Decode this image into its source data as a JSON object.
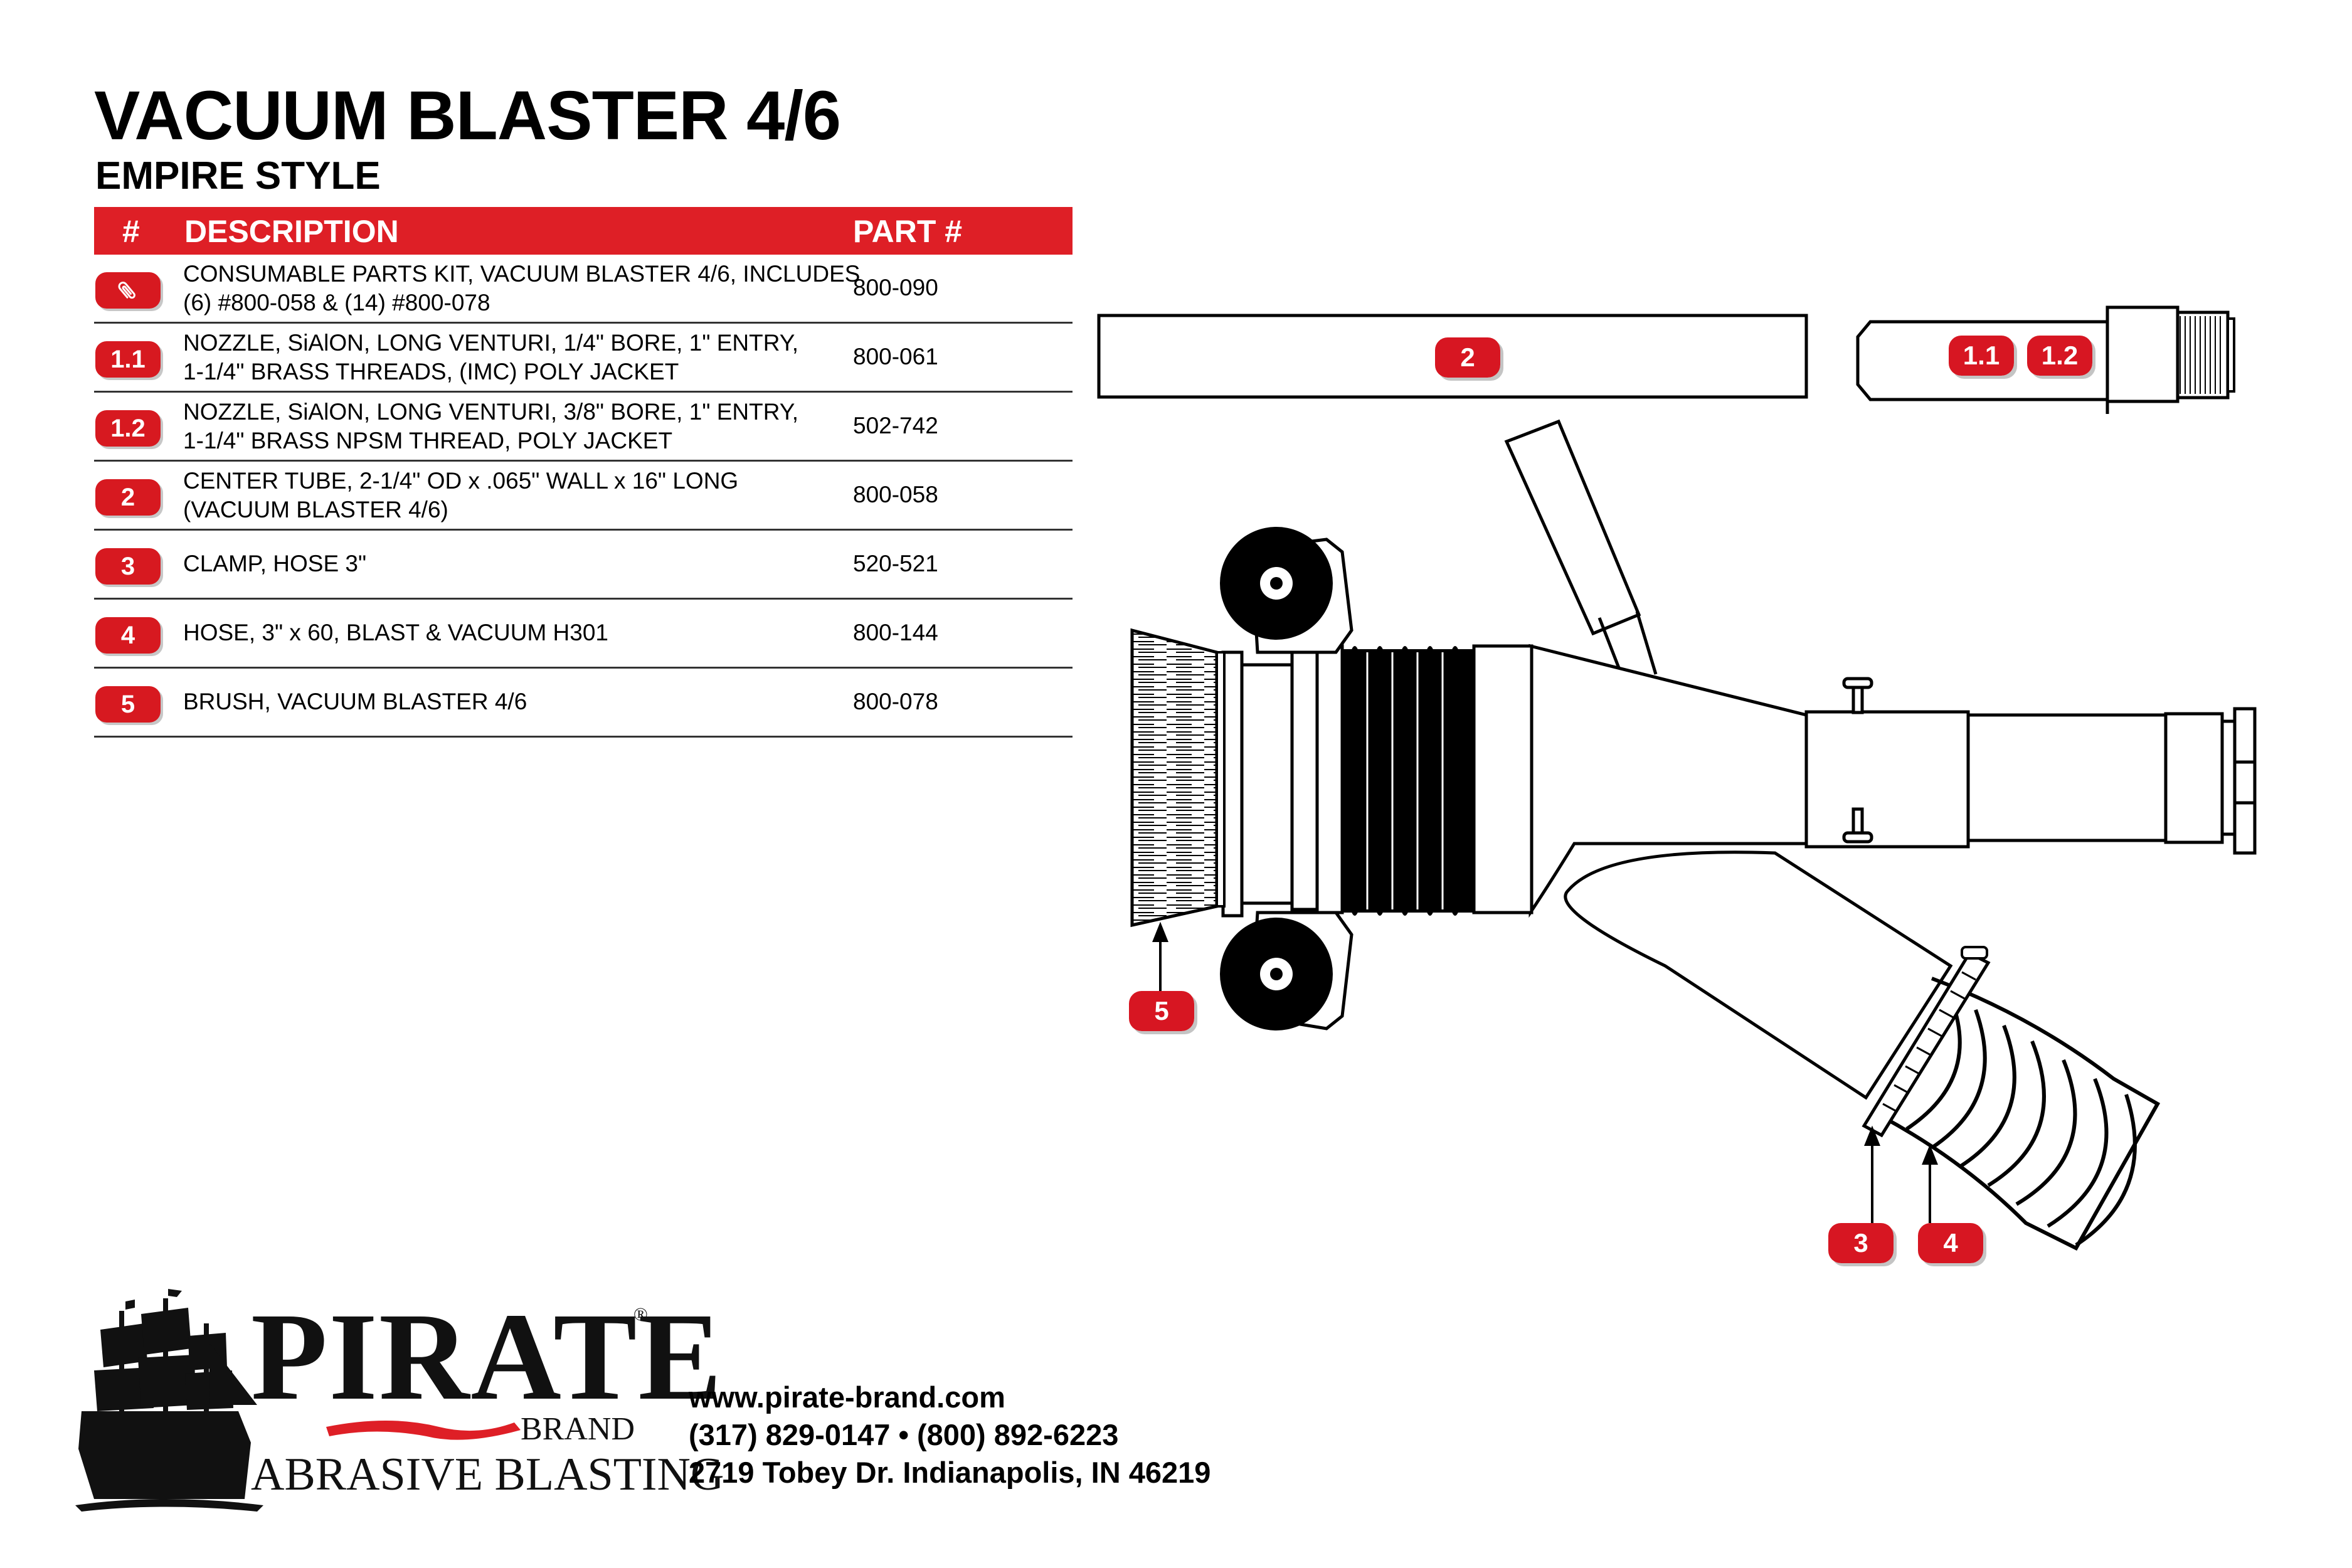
{
  "title": "VACUUM BLASTER 4/6",
  "subtitle": "EMPIRE STYLE",
  "table": {
    "headers": {
      "num": "#",
      "description": "DESCRIPTION",
      "part": "PART #"
    },
    "rows": [
      {
        "num": "",
        "icon": "paperclip-icon",
        "line1": "CONSUMABLE PARTS KIT, VACUUM BLASTER 4/6, INCLUDES",
        "line2": "(6) #800-058 & (14) #800-078",
        "part": "800-090"
      },
      {
        "num": "1.1",
        "line1": "NOZZLE, SiAlON, LONG VENTURI, 1/4\" BORE, 1\" ENTRY,",
        "line2": "1-1/4\" BRASS THREADS, (IMC) POLY JACKET",
        "part": "800-061"
      },
      {
        "num": "1.2",
        "line1": "NOZZLE, SiAlON, LONG VENTURI, 3/8\" BORE, 1\" ENTRY,",
        "line2": "1-1/4\" BRASS NPSM THREAD, POLY JACKET",
        "part": "502-742"
      },
      {
        "num": "2",
        "line1": "CENTER TUBE, 2-1/4\" OD x .065\" WALL x 16\" LONG",
        "line2": "(VACUUM BLASTER 4/6)",
        "part": "800-058"
      },
      {
        "num": "3",
        "line1": "CLAMP, HOSE 3\"",
        "line2": "",
        "part": "520-521"
      },
      {
        "num": "4",
        "line1": "HOSE, 3\" x 60, BLAST & VACUUM H301",
        "line2": "",
        "part": "800-144"
      },
      {
        "num": "5",
        "line1": "BRUSH, VACUUM BLASTER 4/6",
        "line2": "",
        "part": "800-078"
      }
    ]
  },
  "callouts": {
    "c2": "2",
    "c11": "1.1",
    "c12": "1.2",
    "c3": "3",
    "c4": "4",
    "c5": "5"
  },
  "logo": {
    "word": "PIRATE",
    "reg": "®",
    "brand": "BRAND",
    "tagline": "ABRASIVE BLASTING"
  },
  "contact": {
    "website": "www.pirate-brand.com",
    "phones": "(317) 829-0147 • (800) 892-6223",
    "address": "2719 Tobey Dr. Indianapolis, IN 46219"
  },
  "colors": {
    "accent": "#de1f26",
    "badge": "#d71920",
    "text": "#000000"
  }
}
